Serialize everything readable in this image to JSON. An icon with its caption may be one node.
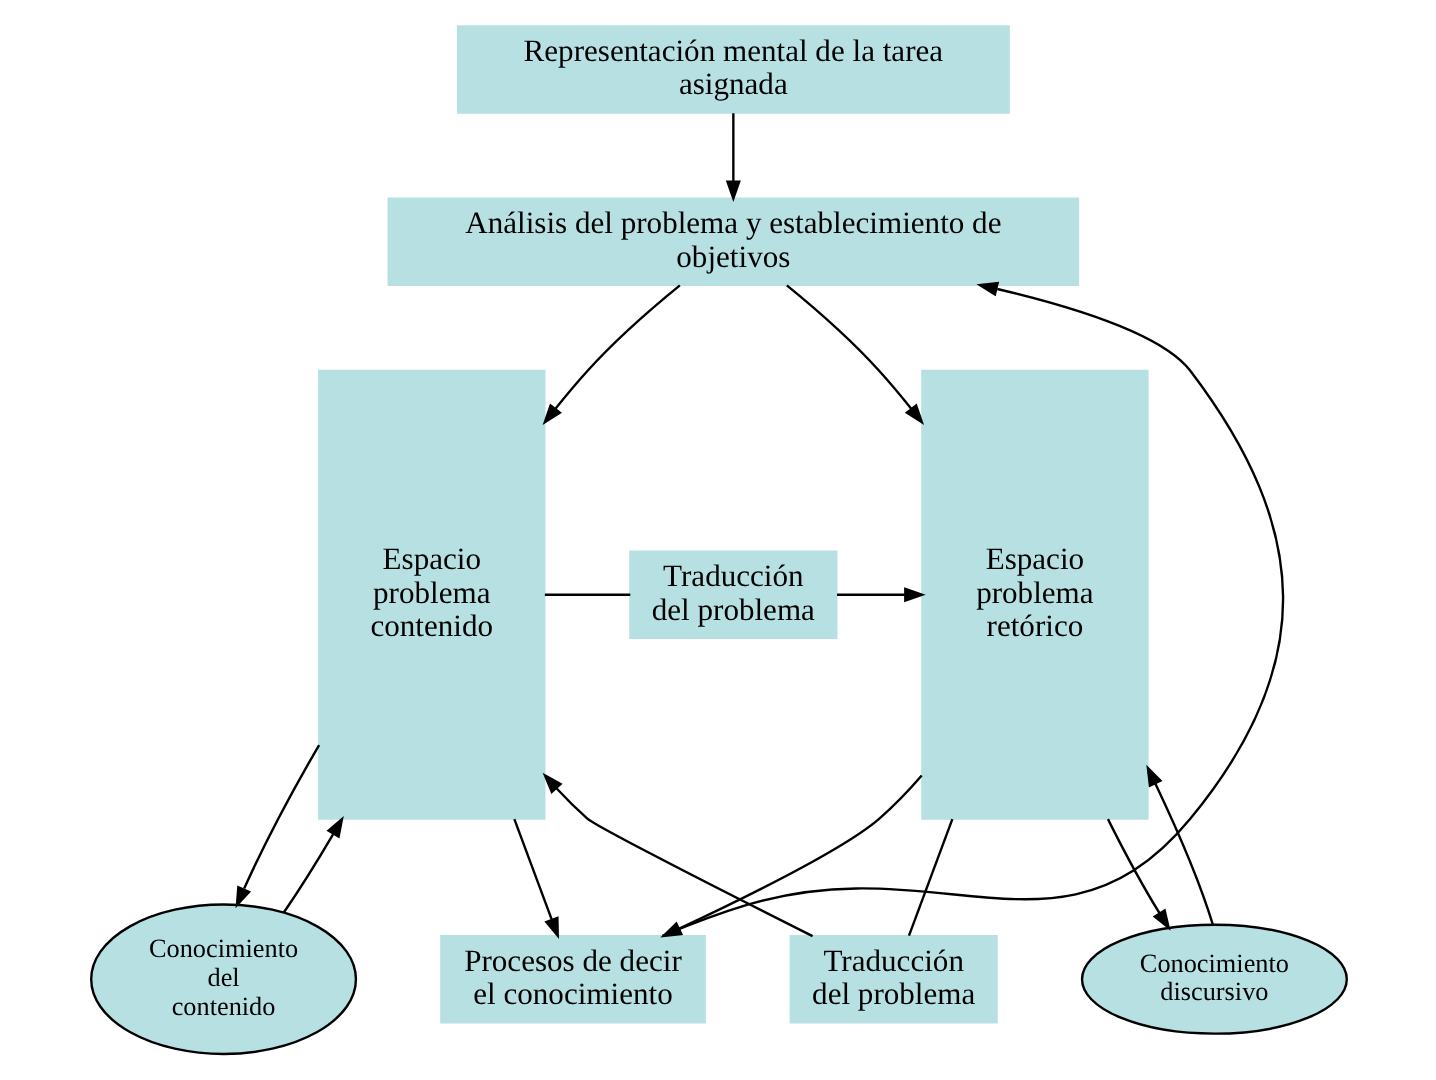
{
  "diagram": {
    "nodes": [
      {
        "text": [
          "Representación mental de la tarea asignada"
        ]
      },
      {
        "text": [
          "Análisis del problema y establecimiento de objetivos"
        ]
      },
      {
        "text": [
          "Conocimiento del contenido"
        ]
      },
      {
        "text": [
          "Conocimiento discursivo"
        ]
      },
      {
        "text": [
          "Espacio problema contenido"
        ]
      },
      {
        "text": [
          "Traducción del problema"
        ]
      },
      {
        "text": [
          "Espacio problema retórico"
        ]
      },
      {
        "text": [
          "Traducción del problema"
        ]
      },
      {
        "text": [
          "Procesos de decir el conocimiento"
        ]
      }
    ],
    "edges": [
      {
        "from": 0,
        "to": 1,
        "arrow": "to"
      },
      {
        "from": 1,
        "to": 4,
        "arrow": "to"
      },
      {
        "from": 1,
        "to": 6,
        "arrow": "to"
      },
      {
        "from": 4,
        "to": 2,
        "arrow": "to"
      },
      {
        "from": 2,
        "to": 4,
        "arrow": "to"
      },
      {
        "from": 6,
        "to": 3,
        "arrow": "to"
      },
      {
        "from": 3,
        "to": 6,
        "arrow": "to"
      },
      {
        "from": 4,
        "to": 5,
        "arrow": "none"
      },
      {
        "from": 5,
        "to": 6,
        "arrow": "to"
      },
      {
        "from": 6,
        "to": 7,
        "arrow": "none"
      },
      {
        "from": 7,
        "to": 4,
        "arrow": "to"
      },
      {
        "from": 4,
        "to": 8,
        "arrow": "to"
      },
      {
        "from": 6,
        "to": 8,
        "arrow": "to"
      },
      {
        "from": 8,
        "to": 1,
        "arrow": "to"
      }
    ]
  }
}
